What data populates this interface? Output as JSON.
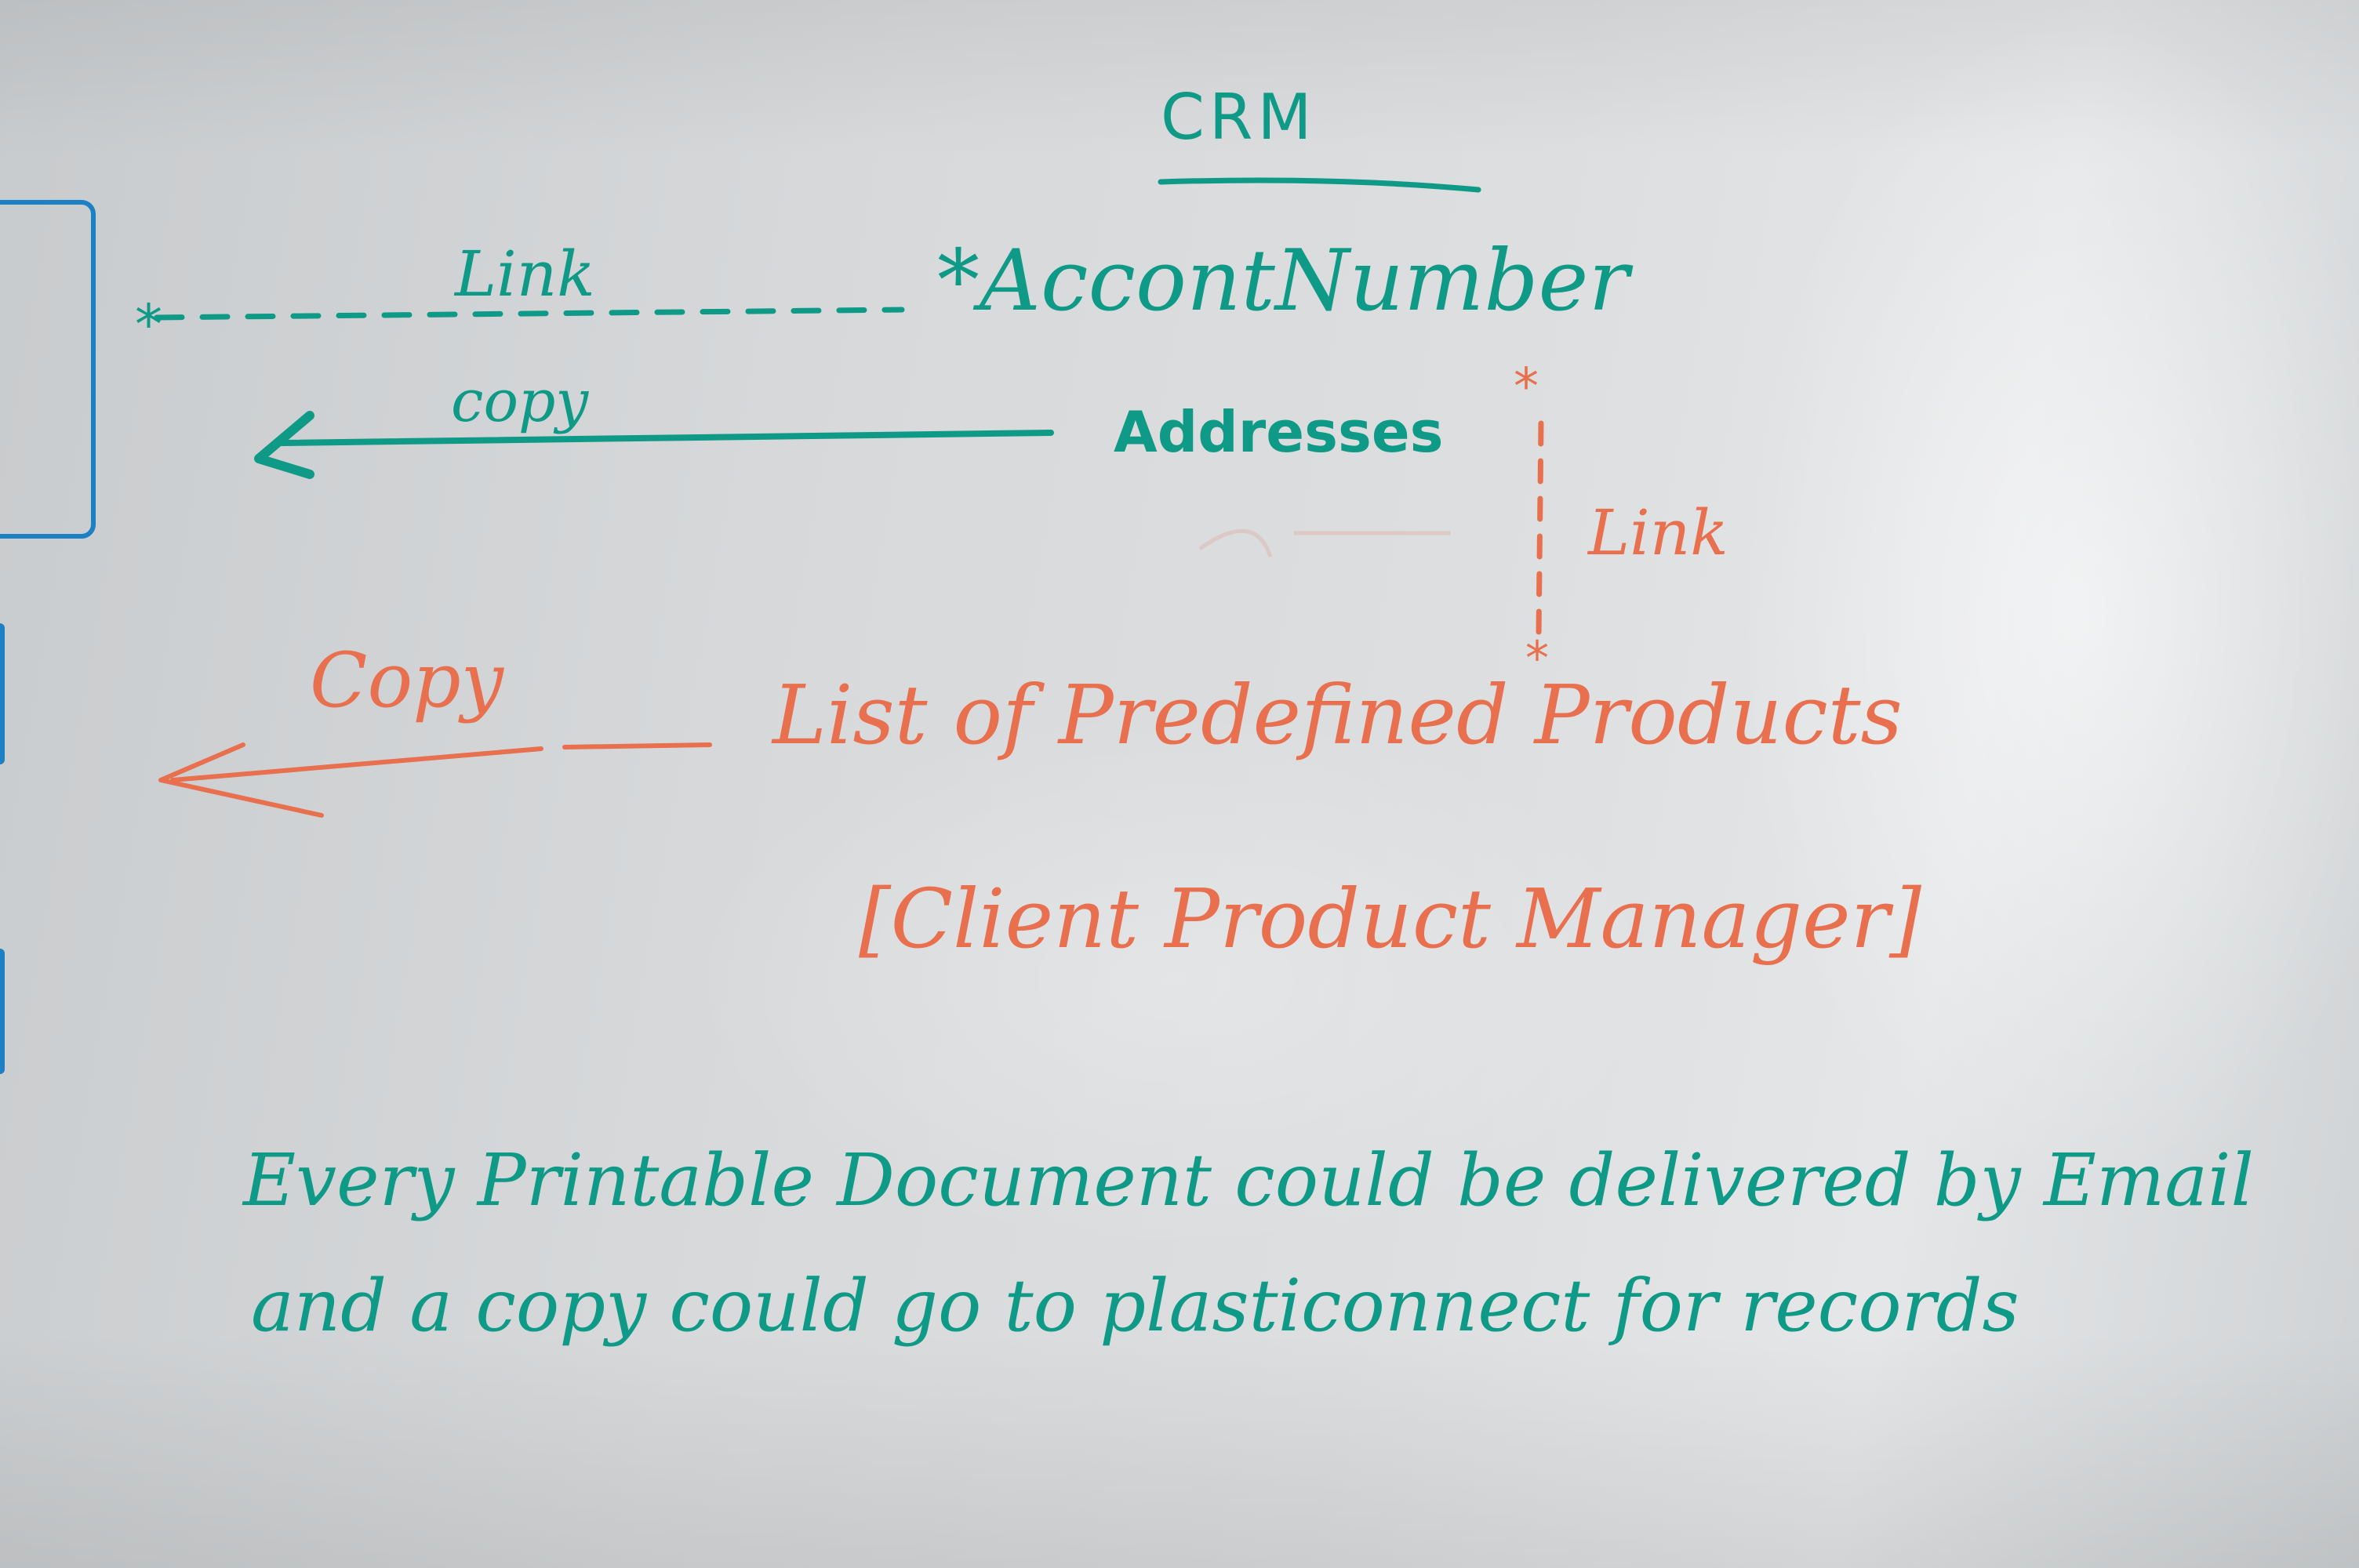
{
  "whiteboard": {
    "title": "CRM",
    "account_number": "*AccontNumber",
    "link_top": "Link",
    "copy_top": "copy",
    "addresses": "Addresses",
    "link_right": "Link",
    "copy_mid": "Copy",
    "products": "List of Predefined Products",
    "manager": "[Client Product Manager]",
    "note_line_1": "Every Printable Document could be delivered by Email",
    "note_line_2": "and a copy could go to plasticonnect for records",
    "colors": {
      "teal_marker": "#0e9a86",
      "orange_marker": "#e8704e",
      "blue_marker": "#1d7fc4"
    }
  }
}
